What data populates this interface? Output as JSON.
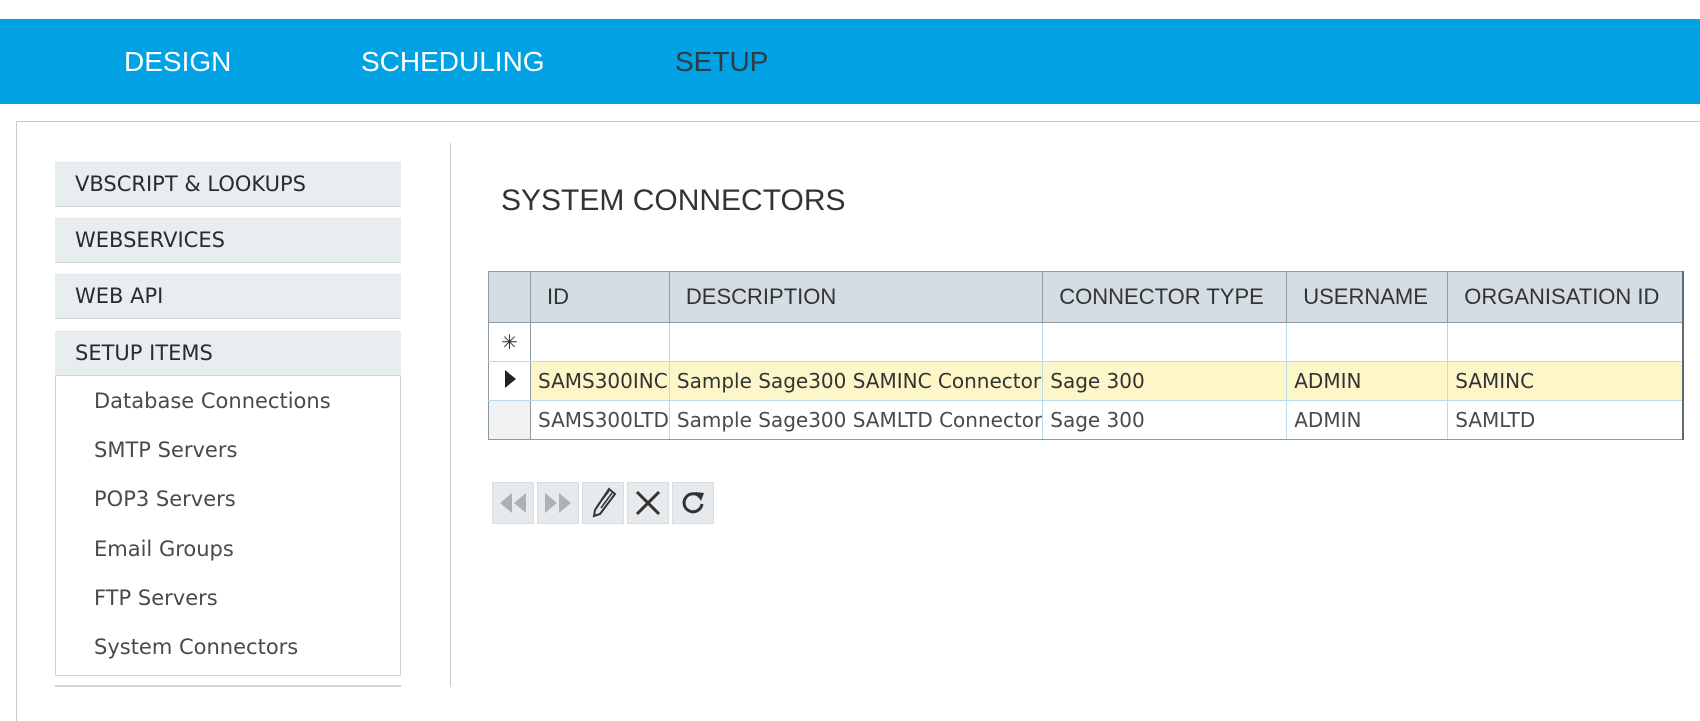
{
  "nav": {
    "items": [
      {
        "label": "DESIGN"
      },
      {
        "label": "SCHEDULING"
      },
      {
        "label": "SETUP"
      }
    ],
    "active": "SETUP"
  },
  "sidebar": {
    "headers": [
      {
        "label": "VBSCRIPT & LOOKUPS"
      },
      {
        "label": "WEBSERVICES"
      },
      {
        "label": "WEB API"
      },
      {
        "label": "SETUP ITEMS"
      }
    ],
    "setup_items": [
      {
        "label": "Database Connections"
      },
      {
        "label": "SMTP Servers"
      },
      {
        "label": "POP3 Servers"
      },
      {
        "label": "Email Groups"
      },
      {
        "label": "FTP Servers"
      },
      {
        "label": "System Connectors"
      }
    ]
  },
  "main": {
    "title": "SYSTEM CONNECTORS",
    "grid": {
      "columns": [
        "ID",
        "DESCRIPTION",
        "CONNECTOR TYPE",
        "USERNAME",
        "ORGANISATION ID"
      ],
      "new_row_marker": "✳",
      "rows": [
        {
          "id": "SAMS300INC",
          "description": "Sample Sage300 SAMINC Connector",
          "connector_type": "Sage 300",
          "username": "ADMIN",
          "organisation_id": "SAMINC",
          "selected": true
        },
        {
          "id": "SAMS300LTD",
          "description": "Sample Sage300 SAMLTD Connector",
          "connector_type": "Sage 300",
          "username": "ADMIN",
          "organisation_id": "SAMLTD",
          "selected": false
        }
      ]
    },
    "toolbar": {
      "buttons": [
        {
          "icon": "previous-icon"
        },
        {
          "icon": "next-icon"
        },
        {
          "icon": "edit-pencil-icon"
        },
        {
          "icon": "delete-x-icon"
        },
        {
          "icon": "refresh-icon"
        }
      ]
    }
  },
  "colors": {
    "topbar": "#00a2e3",
    "selected_row": "#fdf6c8",
    "header_cell": "#d3dde3",
    "menu_header": "#e8edf0"
  }
}
